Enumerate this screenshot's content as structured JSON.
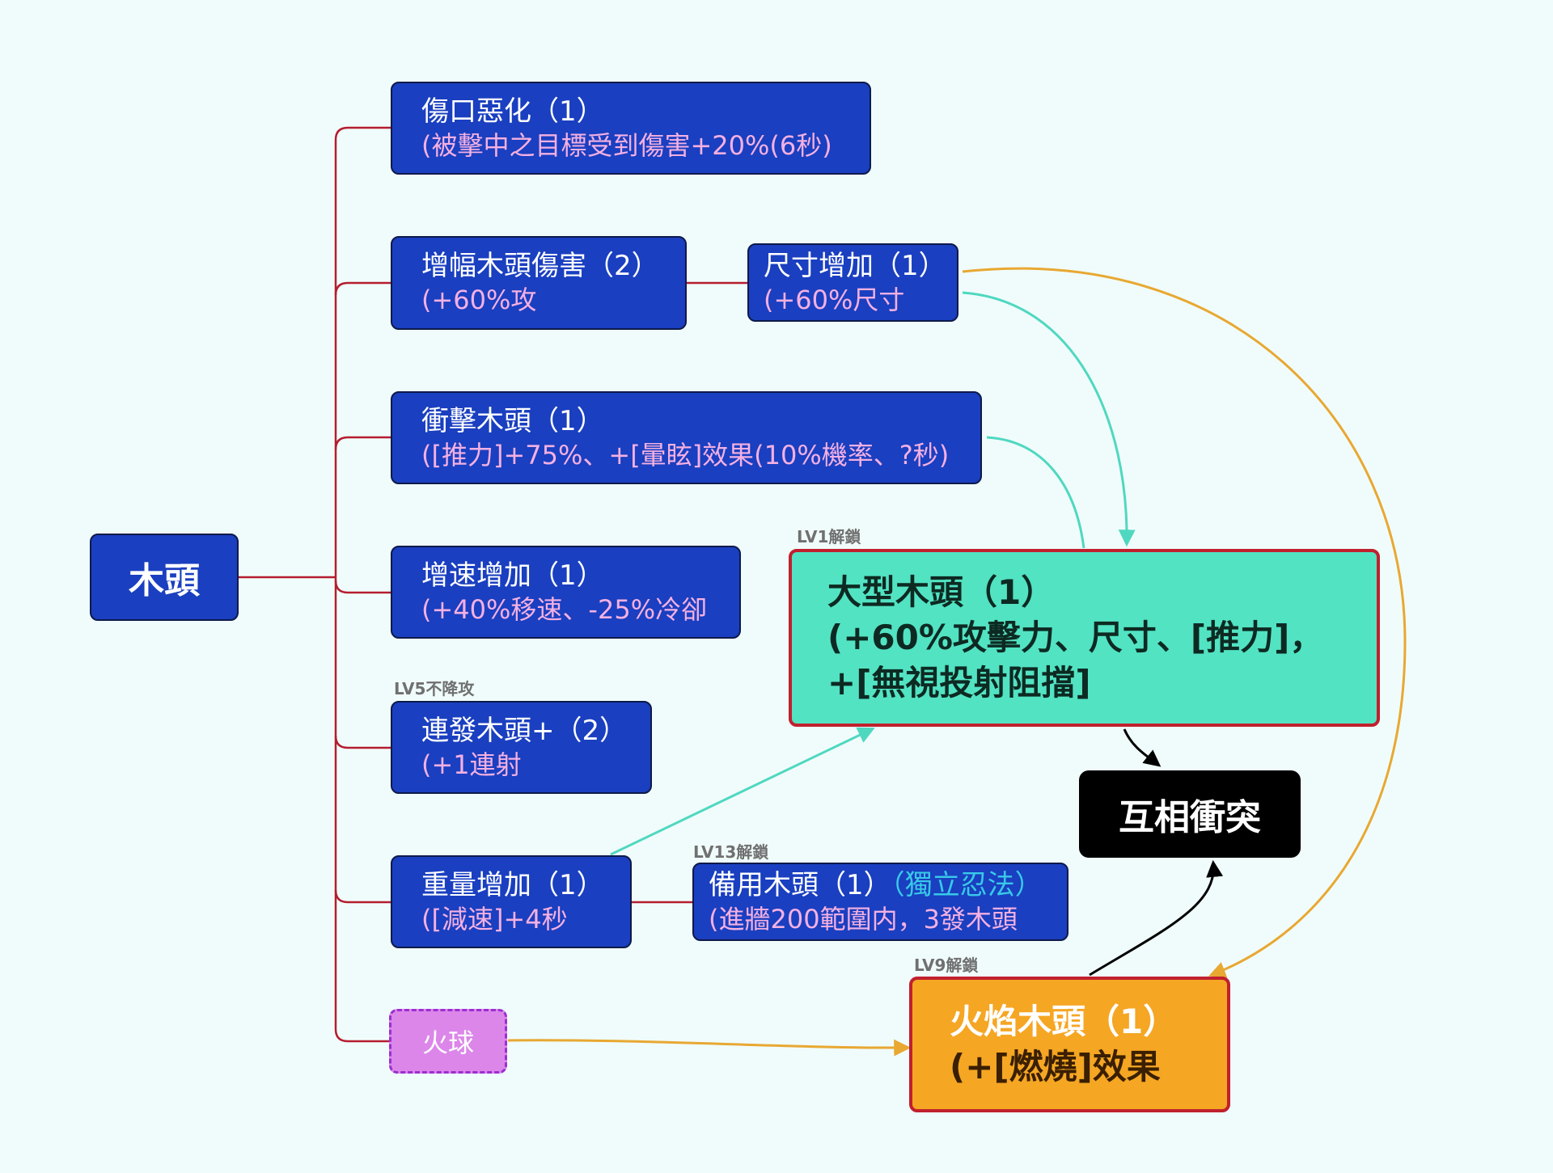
{
  "root": {
    "label": "木頭"
  },
  "nodes": {
    "wound": {
      "title": "傷口惡化（1）",
      "desc": "(被擊中之目標受到傷害+20%(6秒)"
    },
    "amp": {
      "title": "增幅木頭傷害（2）",
      "desc": "(+60%攻"
    },
    "size": {
      "title": "尺寸增加（1）",
      "desc": "(+60%尺寸"
    },
    "impact": {
      "title": "衝擊木頭（1）",
      "desc": "([推力]+75%、+[暈眩]效果(10%機率、?秒)"
    },
    "speed": {
      "title": "增速增加（1）",
      "desc": "(+40%移速、-25%冷卻"
    },
    "burst": {
      "title": "連發木頭+（2）",
      "desc": "(+1連射"
    },
    "weight": {
      "title": "重量增加（1）",
      "desc": "([減速]+4秒"
    },
    "backup": {
      "title": "備用木頭（1）",
      "title_note": "（獨立忍法）",
      "desc": "(進牆200範圍内，3發木頭"
    },
    "fireball": {
      "title": "火球"
    },
    "large": {
      "title": "大型木頭（1）",
      "line2": "(+60%攻擊力、尺寸、[推力]，",
      "line3": "+[無視投射阻擋]"
    },
    "flame": {
      "title": "火焰木頭（1）",
      "line2": "(+[燃燒]效果"
    },
    "conflict": {
      "title": "互相衝突"
    }
  },
  "tags": {
    "lv5": "LV5不降攻",
    "lv1": "LV1解鎖",
    "lv13": "LV13解鎖",
    "lv9": "LV9解鎖"
  },
  "colors": {
    "tree_line": "#b51d2f",
    "teal_arrow": "#4fd8c0",
    "orange_arrow": "#e8a832",
    "black_arrow": "#000000",
    "node_blue": "#1a3fc0",
    "node_teal": "#52e3c3",
    "node_orange": "#f5a623"
  }
}
